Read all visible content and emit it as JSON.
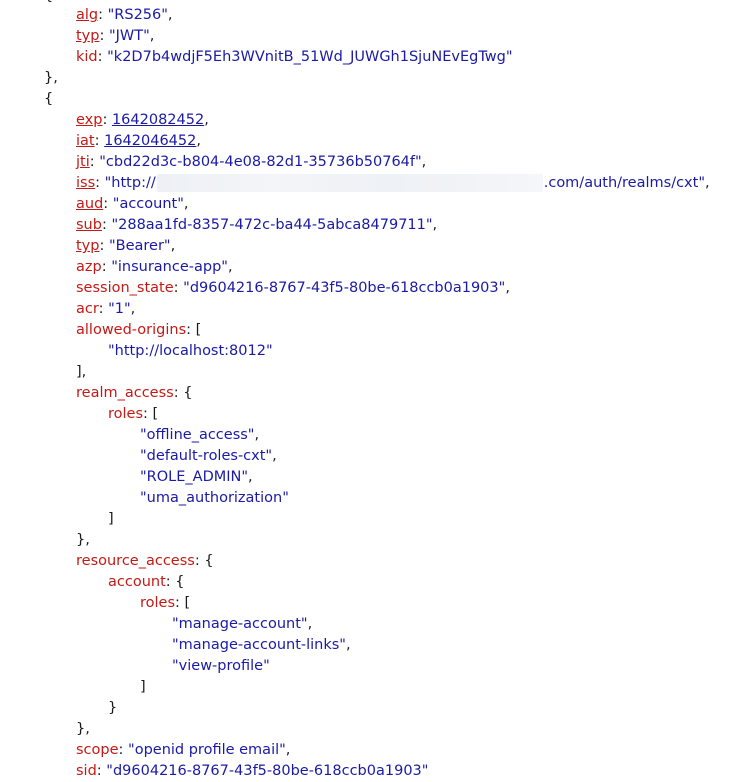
{
  "header": {
    "alg_key": "alg",
    "alg_val": "\"RS256\"",
    "typ_key": "typ",
    "typ_val": "\"JWT\"",
    "kid_key": "kid",
    "kid_val": "\"k2D7b4wdjF5Eh3WVnitB_51Wd_JUWGh1SjuNEvEgTwg\""
  },
  "punct": {
    "open_brace": "{",
    "close_brace_dot": "},",
    "close_brace_comma": "},",
    "close_brace": "}",
    "open_bracket": "[",
    "close_bracket": "]",
    "close_bracket_comma": "],",
    "colon": ": ",
    "comma": ","
  },
  "payload": {
    "exp_key": "exp",
    "exp_val": "1642082452",
    "iat_key": "iat",
    "iat_val": "1642046452",
    "jti_key": "jti",
    "jti_val": "\"cbd22d3c-b804-4e08-82d1-35736b50764f\"",
    "iss_key": "iss",
    "iss_val_start": "\"http://",
    "iss_val_end": ".com/auth/realms/cxt\"",
    "aud_key": "aud",
    "aud_val": "\"account\"",
    "sub_key": "sub",
    "sub_val": "\"288aa1fd-8357-472c-ba44-5abca8479711\"",
    "typ_key": "typ",
    "typ_val": "\"Bearer\"",
    "azp_key": "azp",
    "azp_val": "\"insurance-app\"",
    "session_state_key": "session_state",
    "session_state_val": "\"d9604216-8767-43f5-80be-618ccb0a1903\"",
    "acr_key": "acr",
    "acr_val": "\"1\"",
    "allowed_origins_key": "allowed-origins",
    "allowed_origins": [
      "\"http://localhost:8012\""
    ],
    "realm_access_key": "realm_access",
    "roles_key": "roles",
    "realm_roles": [
      "\"offline_access\"",
      "\"default-roles-cxt\"",
      "\"ROLE_ADMIN\"",
      "\"uma_authorization\""
    ],
    "resource_access_key": "resource_access",
    "account_key": "account",
    "account_roles": [
      "\"manage-account\"",
      "\"manage-account-links\"",
      "\"view-profile\""
    ],
    "scope_key": "scope",
    "scope_val": "\"openid profile email\"",
    "sid_key": "sid",
    "sid_val": "\"d9604216-8767-43f5-80be-618ccb0a1903\""
  },
  "colors": {
    "key": "#c41a16",
    "string": "#1a1aa6",
    "punctuation": "#1a1a1a"
  }
}
